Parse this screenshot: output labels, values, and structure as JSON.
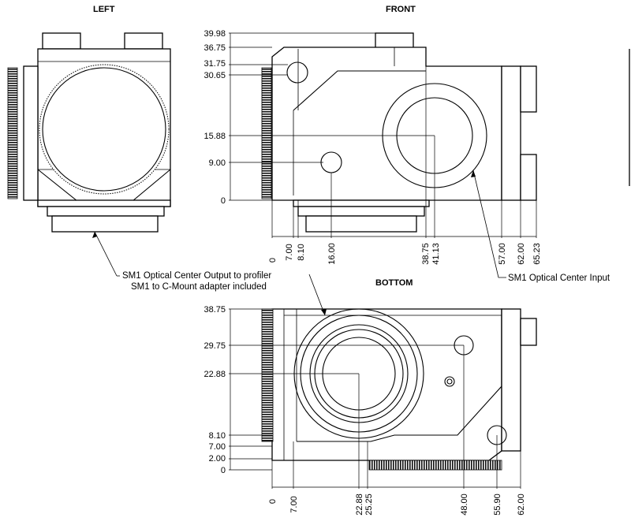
{
  "views": {
    "left": "LEFT",
    "front": "FRONT",
    "bottom": "BOTTOM"
  },
  "front_dims": {
    "vertical": [
      "39.98",
      "36.75",
      "31.75",
      "30.65",
      "15.88",
      "9.00",
      "0"
    ],
    "horizontal": [
      "0",
      "7.00",
      "8.10",
      "16.00",
      "38.75",
      "41.13",
      "57.00",
      "62.00",
      "65.23"
    ]
  },
  "bottom_dims": {
    "vertical": [
      "38.75",
      "29.75",
      "22.88",
      "8.10",
      "7.00",
      "2.00",
      "0"
    ],
    "horizontal": [
      "0",
      "7.00",
      "22.88",
      "25.25",
      "48.00",
      "55.90",
      "62.00"
    ]
  },
  "notes": {
    "output_line1": "SM1 Optical Center Output to profiler",
    "output_line2": "SM1 to C-Mount adapter included",
    "input": "SM1 Optical Center Input"
  }
}
